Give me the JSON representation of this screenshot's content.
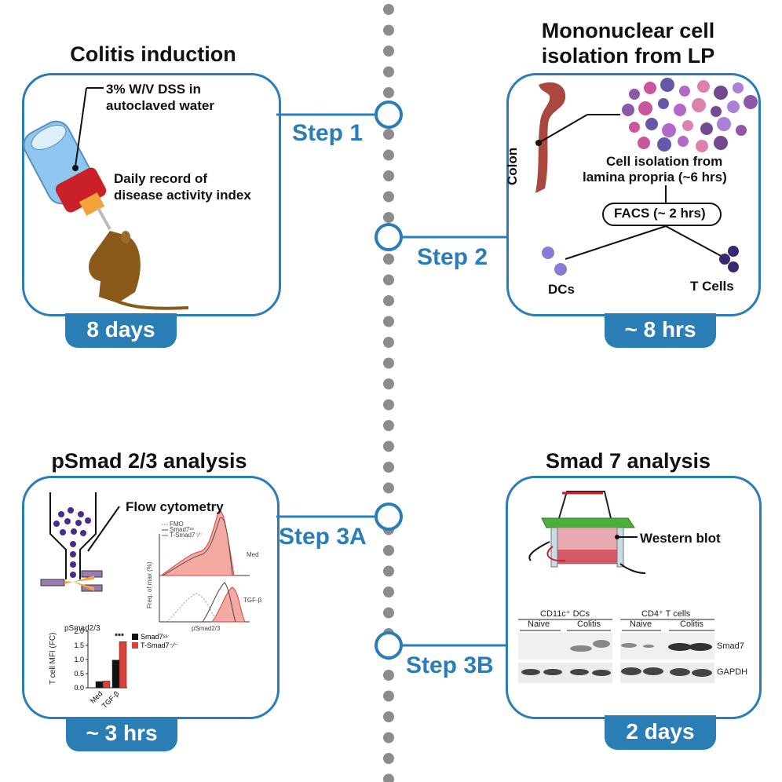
{
  "steps": {
    "step1": {
      "title": "Colitis induction",
      "label": "Step 1",
      "duration": "8 days",
      "annot_dss_1": "3% W/V DSS in",
      "annot_dss_2": "autoclaved water",
      "annot_dai_1": "Daily record of",
      "annot_dai_2": "disease activity index"
    },
    "step2": {
      "title_1": "Mononuclear cell",
      "title_2": "isolation from LP",
      "label": "Step 2",
      "duration": "~ 8 hrs",
      "colon": "Colon",
      "iso_1": "Cell isolation from",
      "iso_2": "lamina propria (~6 hrs)",
      "facs": "FACS (~ 2 hrs)",
      "dcs": "DCs",
      "tcells": "T Cells"
    },
    "step3a": {
      "title": "pSmad 2/3 analysis",
      "label": "Step 3A",
      "duration": "~ 3 hrs",
      "flow": "Flow cytometry"
    },
    "step3b": {
      "title": "Smad 7 analysis",
      "label": "Step 3B",
      "duration": "2 days",
      "western": "Western blot"
    }
  },
  "histogram": {
    "legend": [
      "FMO",
      "Smad7ˢˢ",
      "T-Smad7⁻⁄⁻"
    ],
    "ylabel": "Freq. of max (%)",
    "xlabel": "pSmad2/3",
    "conditions": [
      "Med",
      "TGF-β"
    ]
  },
  "chart_data": {
    "type": "bar",
    "title": "pSmad2/3",
    "ylabel": "T cell MFI (FC)",
    "categories": [
      "Med",
      "TGF-β"
    ],
    "ylim": [
      0,
      2.0
    ],
    "yticks": [
      "0.0",
      "0.5",
      "1.0",
      "1.5",
      "2.0"
    ],
    "series": [
      {
        "name": "Smad7ˢˢ",
        "color": "#111111",
        "values": [
          0.22,
          0.98
        ]
      },
      {
        "name": "T-Smad7⁻⁄⁻",
        "color": "#d9413a",
        "values": [
          0.24,
          1.63
        ]
      }
    ],
    "annotation": "***"
  },
  "western_blot": {
    "groups": [
      "CD11c⁺ DCs",
      "CD4⁺ T cells"
    ],
    "subgroups": [
      "Naive",
      "Colitis",
      "Naive",
      "Colitis"
    ],
    "bands": [
      "Smad7",
      "GAPDH"
    ]
  },
  "colors": {
    "accent": "#2a7db5",
    "red_bar": "#d9413a",
    "flow_cells": "#4a2a8a",
    "mouse": "#8a5a1a"
  }
}
